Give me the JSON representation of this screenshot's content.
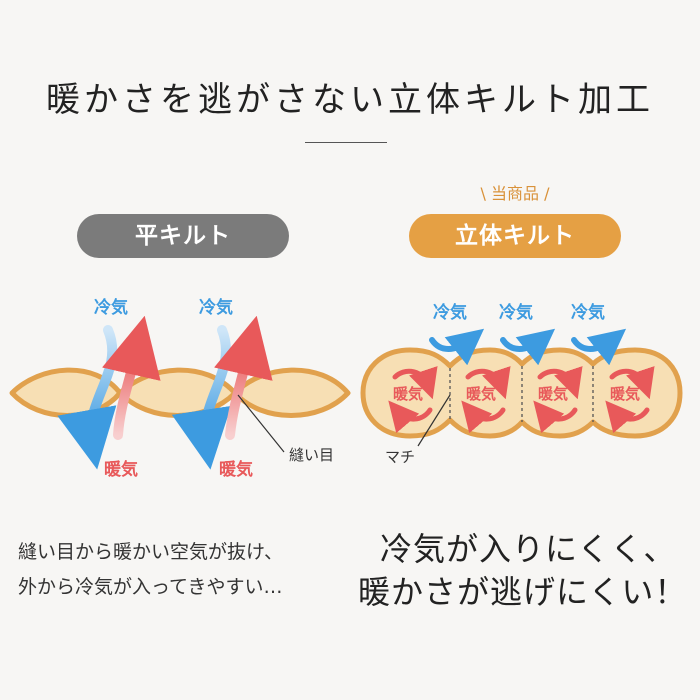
{
  "header": {
    "title": "暖かさを逃がさない立体キルト加工"
  },
  "left_panel": {
    "label": "平キルト",
    "cold_air": "冷気",
    "warm_air": "暖気",
    "seam": "縫い目",
    "caption_line1": "縫い目から暖かい空気が抜け、",
    "caption_line2": "外から冷気が入ってきやすい…"
  },
  "right_panel": {
    "product_tag": "\\ 当商品 /",
    "label": "立体キルト",
    "cold_air": "冷気",
    "warm_air": "暖気",
    "gusset": "マチ",
    "headline_line1": "冷気が入りにくく、",
    "headline_line2": "暖かさが逃げにくい！"
  },
  "colors": {
    "fabric_fill": "#f7dfb4",
    "fabric_stroke": "#e1a14d",
    "cold_blue": "#3d9be0",
    "warm_red": "#e8595a",
    "flat_pill": "#7b7b7b",
    "raised_pill": "#e5a044"
  }
}
